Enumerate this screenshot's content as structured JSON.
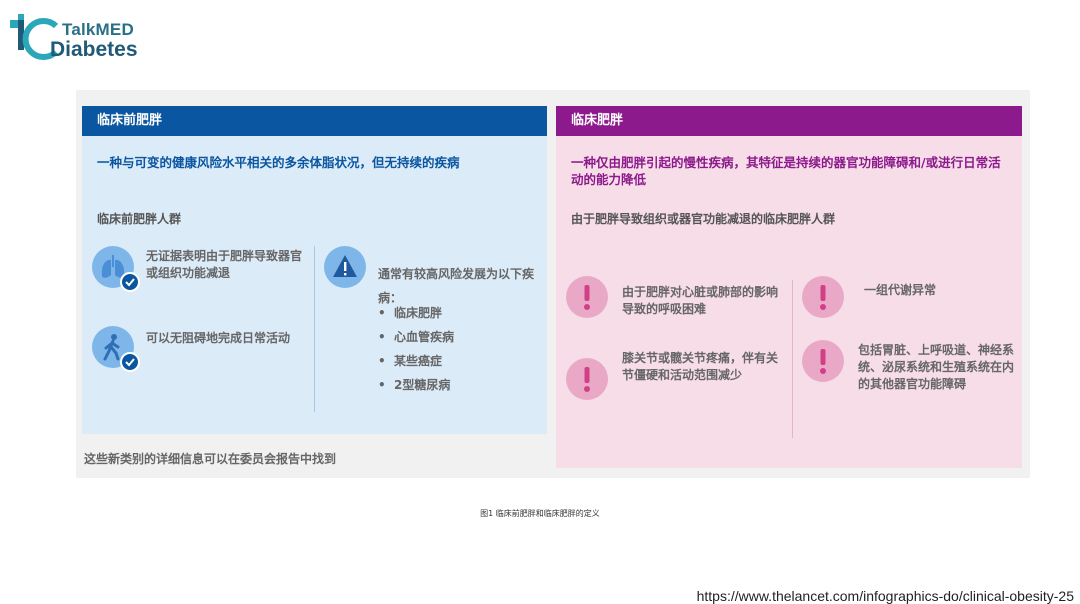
{
  "logo": {
    "line1": "TalkMED",
    "line2": "Diabetes"
  },
  "left": {
    "header": "临床前肥胖",
    "definition": "一种与可变的健康风险水平相关的多余体脂状况，但无持续的疾病",
    "subheading": "临床前肥胖人群",
    "items": [
      {
        "icon": "lungs-icon",
        "text": "无证据表明由于肥胖导致器官或组织功能减退"
      },
      {
        "icon": "walking-person-icon",
        "text": "可以无阻碍地完成日常活动"
      }
    ],
    "risk": {
      "icon": "warning-icon",
      "text": "通常有较高风险发展为以下疾病：",
      "list": [
        "临床肥胖",
        "心血管疾病",
        "某些癌症",
        "2型糖尿病"
      ]
    },
    "footer": "这些新类别的详细信息可以在委员会报告中找到"
  },
  "right": {
    "header": "临床肥胖",
    "definition": "一种仅由肥胖引起的慢性疾病，其特征是持续的器官功能障碍和/或进行日常活动的能力降低",
    "subheading": "由于肥胖导致组织或器官功能减退的临床肥胖人群",
    "items": [
      {
        "icon": "exclamation-icon",
        "text": "由于肥胖对心脏或肺部的影响导致的呼吸困难"
      },
      {
        "icon": "exclamation-icon",
        "text": "膝关节或髋关节疼痛，伴有关节僵硬和活动范围减少"
      },
      {
        "icon": "exclamation-icon",
        "text": "一组代谢异常"
      },
      {
        "icon": "exclamation-icon",
        "text": "包括胃脏、上呼吸道、神经系统、泌尿系统和生殖系统在内的其他器官功能障碍"
      }
    ]
  },
  "caption": "图1 临床前肥胖和临床肥胖的定义",
  "source": "https://www.thelancet.com/infographics-do/clinical-obesity-25",
  "colors": {
    "blue": "#0a56a0",
    "purple": "#8c1a8c",
    "lightBlue": "#dcebf8",
    "lightPink": "#f7dde8"
  }
}
